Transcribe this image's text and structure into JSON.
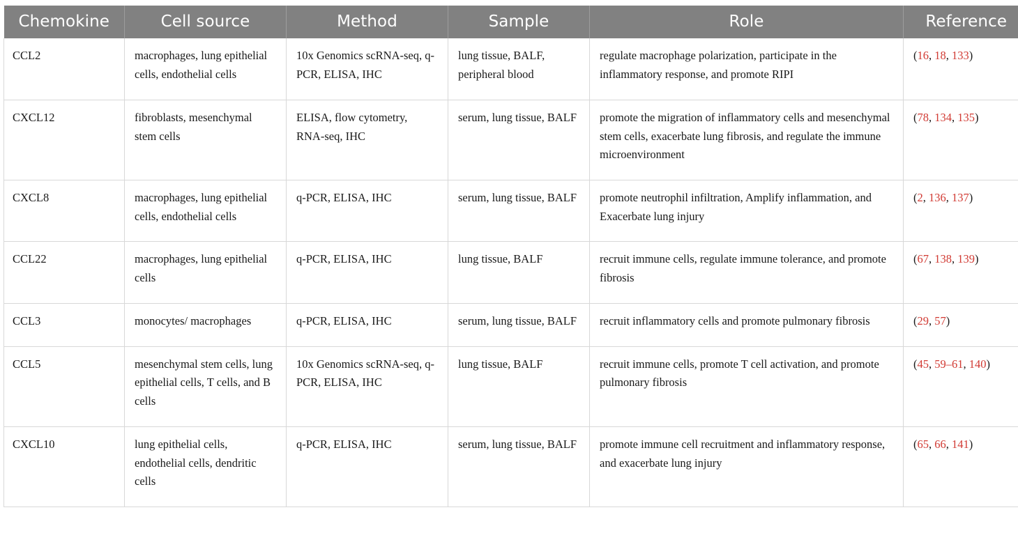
{
  "table": {
    "columns": [
      {
        "key": "chemokine",
        "label": "Chemokine"
      },
      {
        "key": "cell_source",
        "label": "Cell source"
      },
      {
        "key": "method",
        "label": "Method"
      },
      {
        "key": "sample",
        "label": "Sample"
      },
      {
        "key": "role",
        "label": "Role"
      },
      {
        "key": "reference",
        "label": "Reference"
      }
    ],
    "header_bg": "#818181",
    "header_text_color": "#ffffff",
    "reference_color": "#d13a33",
    "border_color": "#d8d8d8",
    "rows": [
      {
        "chemokine": "CCL2",
        "cell_source": "macrophages, lung epithelial cells, endothelial cells",
        "method": "10x Genomics scRNA-seq, q-PCR, ELISA, IHC",
        "sample": "lung tissue, BALF, peripheral blood",
        "role": "regulate macrophage polarization, participate in the inflammatory response, and promote RIPI",
        "reference": "(16, 18, 133)",
        "reference_numbers": [
          "16",
          "18",
          "133"
        ]
      },
      {
        "chemokine": "CXCL12",
        "cell_source": "fibroblasts, mesenchymal stem cells",
        "method": "ELISA, flow cytometry, RNA-seq, IHC",
        "sample": "serum, lung tissue, BALF",
        "role": "promote the migration of inflammatory cells and mesenchymal stem cells, exacerbate lung fibrosis, and regulate the immune microenvironment",
        "reference": "(78, 134, 135)",
        "reference_numbers": [
          "78",
          "134",
          "135"
        ]
      },
      {
        "chemokine": "CXCL8",
        "cell_source": "macrophages, lung epithelial cells, endothelial cells",
        "method": "q-PCR, ELISA, IHC",
        "sample": "serum, lung tissue, BALF",
        "role": "promote neutrophil infiltration, Amplify inflammation, and Exacerbate lung injury",
        "reference": "(2, 136, 137)",
        "reference_numbers": [
          "2",
          "136",
          "137"
        ]
      },
      {
        "chemokine": "CCL22",
        "cell_source": "macrophages, lung epithelial cells",
        "method": "q-PCR, ELISA, IHC",
        "sample": "lung tissue, BALF",
        "role": "recruit immune cells, regulate immune tolerance, and promote fibrosis",
        "reference": "(67, 138, 139)",
        "reference_numbers": [
          "67",
          "138",
          "139"
        ]
      },
      {
        "chemokine": "CCL3",
        "cell_source": "monocytes/ macrophages",
        "method": "q-PCR, ELISA, IHC",
        "sample": "serum, lung tissue, BALF",
        "role": "recruit inflammatory cells and promote pulmonary fibrosis",
        "reference": "(29, 57)",
        "reference_numbers": [
          "29",
          "57"
        ]
      },
      {
        "chemokine": "CCL5",
        "cell_source": "mesenchymal stem cells, lung epithelial cells, T cells, and B cells",
        "method": "10x Genomics scRNA-seq, q-PCR, ELISA, IHC",
        "sample": "lung tissue, BALF",
        "role": "recruit immune cells, promote T cell activation, and promote pulmonary fibrosis",
        "reference": "(45, 59–61, 140)",
        "reference_numbers": [
          "45",
          "59–61",
          "140"
        ]
      },
      {
        "chemokine": "CXCL10",
        "cell_source": "lung epithelial cells, endothelial cells, dendritic cells",
        "method": "q-PCR, ELISA, IHC",
        "sample": "serum, lung tissue, BALF",
        "role": "promote immune cell recruitment and inflammatory response, and exacerbate lung injury",
        "reference": "(65, 66, 141)",
        "reference_numbers": [
          "65",
          "66",
          "141"
        ]
      }
    ]
  }
}
